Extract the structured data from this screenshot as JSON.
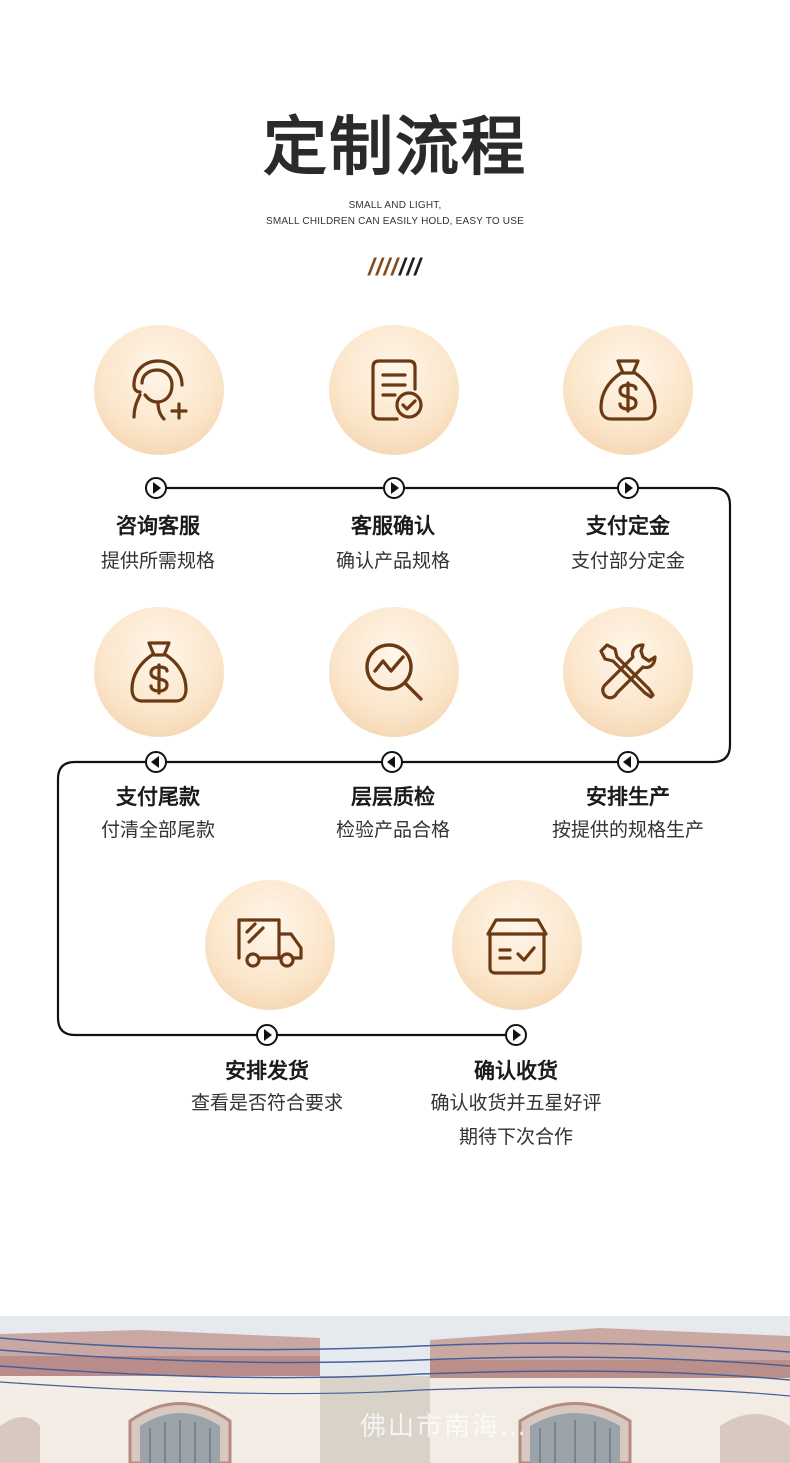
{
  "header": {
    "title": "定制流程",
    "subtitle_line1": "SMALL AND LIGHT,",
    "subtitle_line2": "SMALL CHILDREN CAN EASILY HOLD, EASY TO USE",
    "slashes_accent": "////",
    "slashes_dark": "///"
  },
  "colors": {
    "icon_stroke": "#6b3a14",
    "circle_light": "#fff6ea",
    "circle_dark": "#f1cda3",
    "line": "#111111"
  },
  "steps": [
    {
      "title": "咨询客服",
      "desc": [
        "提供所需规格"
      ],
      "icon": "customer-service-icon"
    },
    {
      "title": "客服确认",
      "desc": [
        "确认产品规格"
      ],
      "icon": "document-check-icon"
    },
    {
      "title": "支付定金",
      "desc": [
        "支付部分定金"
      ],
      "icon": "money-bag-icon"
    },
    {
      "title": "支付尾款",
      "desc": [
        "付清全部尾款"
      ],
      "icon": "money-bag-icon"
    },
    {
      "title": "层层质检",
      "desc": [
        "检验产品合格"
      ],
      "icon": "magnifier-chart-icon"
    },
    {
      "title": "安排生产",
      "desc": [
        "按提供的规格生产"
      ],
      "icon": "tools-icon"
    },
    {
      "title": "安排发货",
      "desc": [
        "查看是否符合要求"
      ],
      "icon": "truck-icon"
    },
    {
      "title": "确认收货",
      "desc": [
        "确认收货并五星好评",
        "期待下次合作"
      ],
      "icon": "box-check-icon"
    }
  ],
  "photo": {
    "caption": "佛山市南海…"
  }
}
